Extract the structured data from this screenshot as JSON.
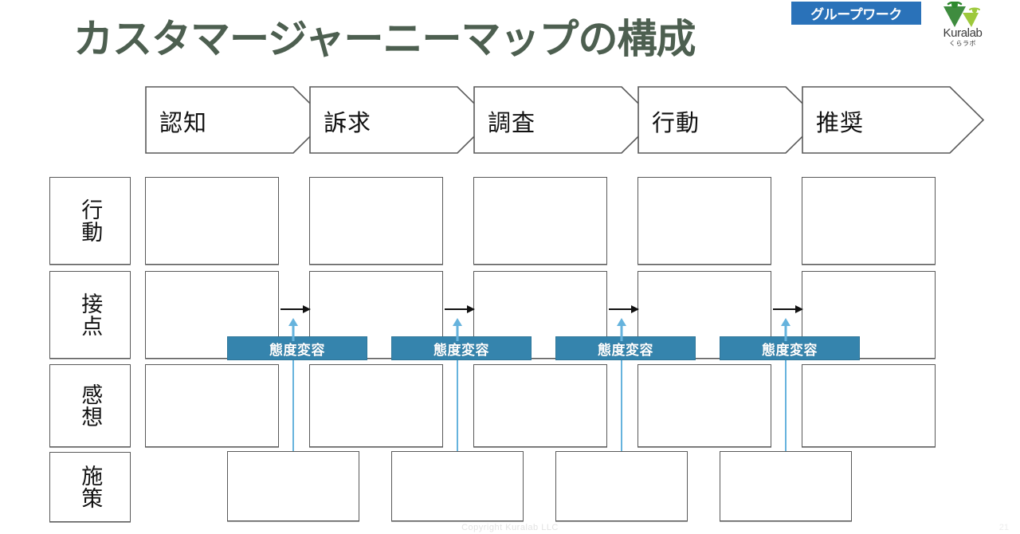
{
  "slide": {
    "title": "カスタマージャーニーマップの構成",
    "title_color": "#4d5f50",
    "background_color": "#ffffff"
  },
  "badge": {
    "label": "グループワーク",
    "background_color": "#2a72b9",
    "text_color": "#ffffff"
  },
  "logo": {
    "wordmark": "Kuralab",
    "subtext": "くらラボ",
    "mark_icon": "kuralab-people-mark-icon"
  },
  "stages": [
    {
      "label": "認知"
    },
    {
      "label": "訴求"
    },
    {
      "label": "調査"
    },
    {
      "label": "行動"
    },
    {
      "label": "推奨"
    }
  ],
  "rows": [
    {
      "label": "行動"
    },
    {
      "label": "接点"
    },
    {
      "label": "感想"
    },
    {
      "label": "施策"
    }
  ],
  "grid": {
    "row_action_cells": [
      "",
      "",
      "",
      "",
      ""
    ],
    "row_touchpoint_cells": [
      "",
      "",
      "",
      "",
      ""
    ],
    "row_feeling_cells": [
      "",
      "",
      "",
      "",
      ""
    ],
    "row_measure_cells": [
      "",
      "",
      "",
      ""
    ]
  },
  "attitude_chips": [
    {
      "label": "態度変容"
    },
    {
      "label": "態度変容"
    },
    {
      "label": "態度変容"
    },
    {
      "label": "態度変容"
    }
  ],
  "colors": {
    "chip_blue": "#3584ad",
    "connector_blue": "#66b3dd",
    "box_border": "#595959",
    "arrow_black": "#111111"
  },
  "footer": {
    "copyright": "Copyright Kuralab LLC",
    "page_number": "21"
  }
}
